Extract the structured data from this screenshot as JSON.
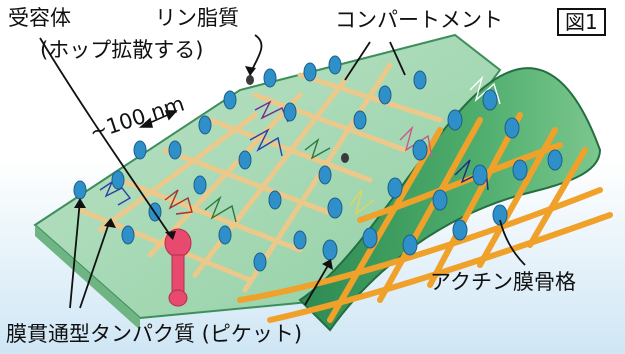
{
  "labels": {
    "receptor": "受容体",
    "hop_diffusion": "(ホップ拡散する)",
    "lipid": "リン脂質",
    "compartment": "コンパートメント",
    "figure": "図1",
    "scale": "~100 nm",
    "actin": "アクチン膜骨格",
    "picket": "膜貫通型タンパク質 (ピケット)"
  },
  "colors": {
    "membrane_front": "#7fc89a",
    "membrane_curl": "#3f9e62",
    "fence_light": "#f2d9a6",
    "fence_orange": "#f0a12a",
    "protein": "#2f8fc9",
    "receptor": "#e84a6f",
    "sky": "#cfe6f5"
  }
}
